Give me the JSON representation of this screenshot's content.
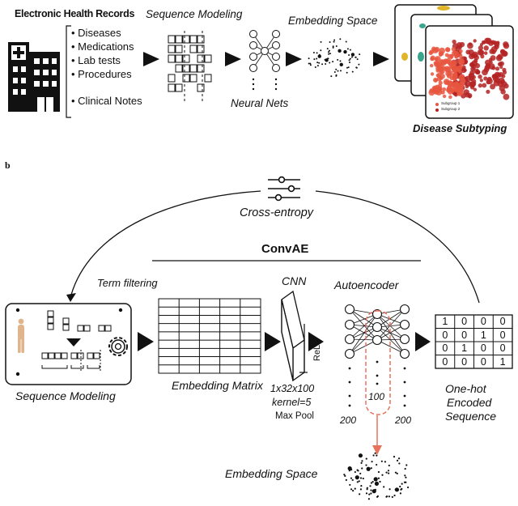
{
  "panel_a": {
    "ehr_title": "Electronic Health Records",
    "ehr_items": [
      "Diseases",
      "Medications",
      "Lab tests",
      "Procedures"
    ],
    "ehr_notes": "Clinical Notes",
    "sequence_modeling": "Sequence Modeling",
    "neural_nets": "Neural Nets",
    "embedding_space": "Embedding Space",
    "disease_subtyping": "Disease Subtyping",
    "legend": [
      "Subgroup 1",
      "Subgroup 2"
    ]
  },
  "panel_b": {
    "panel_letter": "b",
    "cross_entropy": "Cross-entropy",
    "convae": "ConvAE",
    "term_filtering": "Term filtering",
    "sequence_modeling": "Sequence Modeling",
    "embedding_matrix": "Embedding Matrix",
    "cnn": "CNN",
    "cnn_dims": "1x32x100",
    "kernel": "kernel=5",
    "max_pool": "Max Pool",
    "relu": "ReLu",
    "autoencoder": "Autoencoder",
    "layer_in": "200",
    "layer_mid": "100",
    "layer_out": "200",
    "one_hot_1": "One-hot",
    "one_hot_2": "Encoded",
    "one_hot_3": "Sequence",
    "embedding_space": "Embedding Space",
    "onehot_matrix": [
      [
        "1",
        "0",
        "0",
        "0"
      ],
      [
        "0",
        "0",
        "1",
        "0"
      ],
      [
        "0",
        "1",
        "0",
        "0"
      ],
      [
        "0",
        "0",
        "0",
        "1"
      ]
    ]
  },
  "colors": {
    "accent": "#e8735c",
    "cluster_dark": "#b42323",
    "cluster_light": "#e8563f"
  }
}
